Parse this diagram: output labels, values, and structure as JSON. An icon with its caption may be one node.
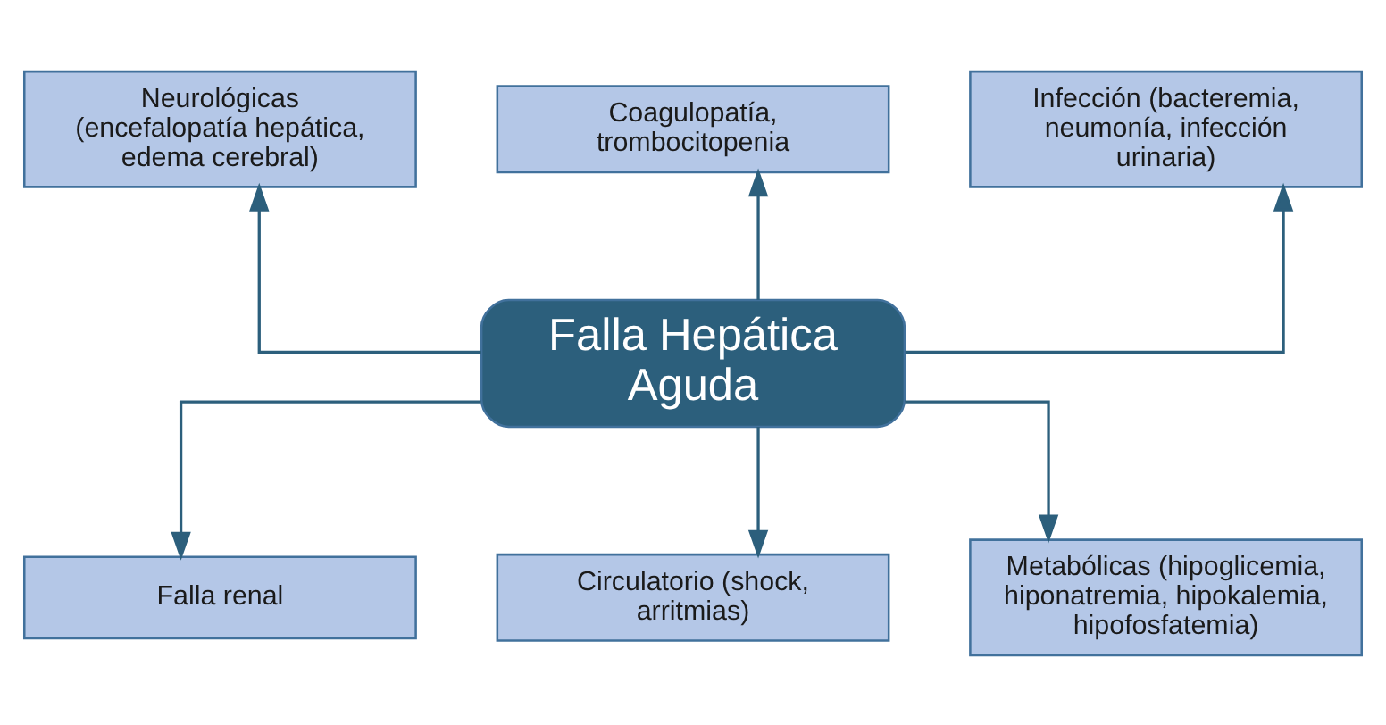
{
  "diagram": {
    "nodes": [
      {
        "text": [
          "Coagulopatía, trombocitopenia"
        ]
      },
      {
        "text": [
          "Neurológicas (encefalopatía hepática, edema cerebral)"
        ]
      },
      {
        "text": [
          "Infección (bacteremia, neumonía, infección urinaria)"
        ]
      },
      {
        "text": [
          "Falla Hepática Aguda"
        ]
      },
      {
        "text": [
          "Falla renal"
        ]
      },
      {
        "text": [
          "Metabólicas (hipoglicemia, hiponatremia, hipokalemia, hipofosfatemia)"
        ]
      },
      {
        "text": [
          "Circulatorio (shock, arritmias)"
        ]
      }
    ],
    "edges": [
      {
        "from": 3,
        "to": 0,
        "arrow": "to"
      },
      {
        "from": 3,
        "to": 1,
        "arrow": "to"
      },
      {
        "from": 3,
        "to": 4,
        "arrow": "to"
      },
      {
        "from": 3,
        "to": 2,
        "arrow": "to"
      },
      {
        "from": 3,
        "to": 5,
        "arrow": "to"
      },
      {
        "from": 3,
        "to": 6,
        "arrow": "to"
      }
    ]
  }
}
